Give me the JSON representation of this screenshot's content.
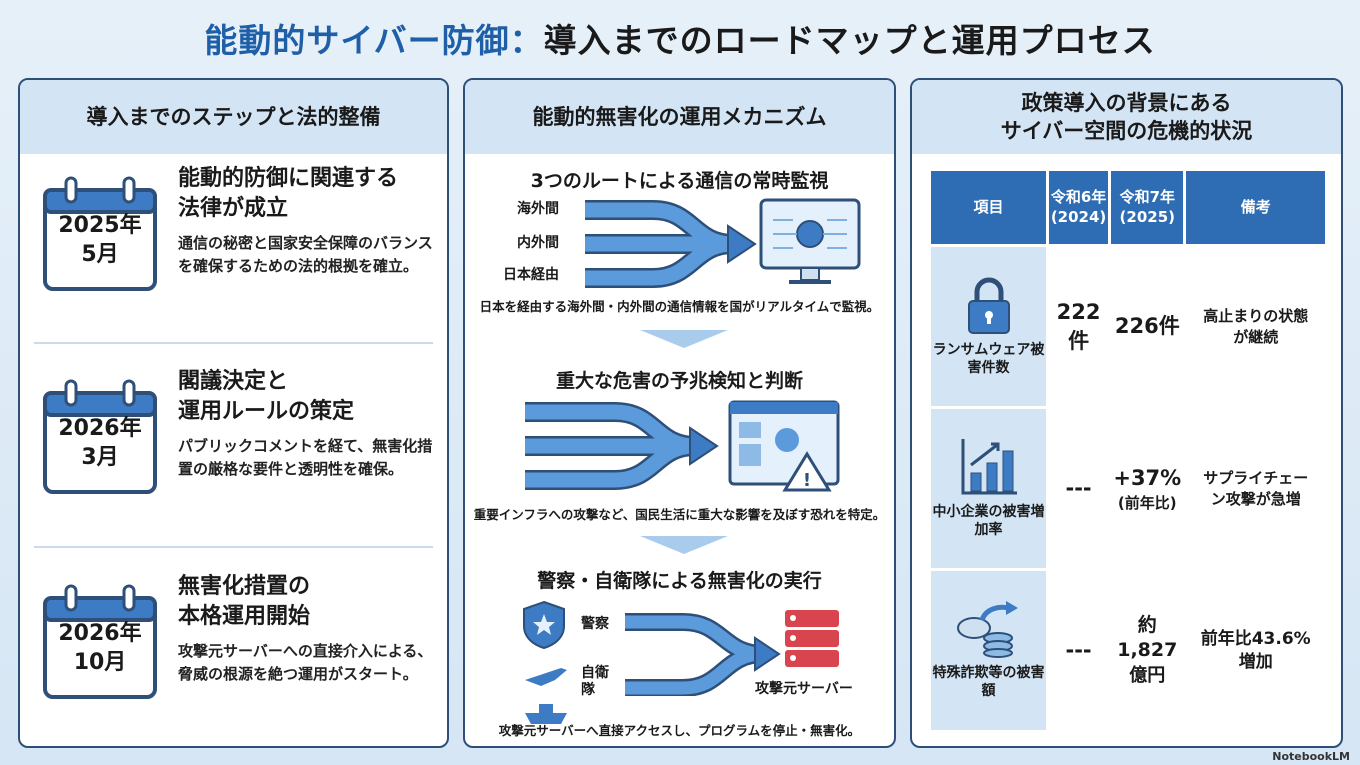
{
  "title": {
    "accent": "能動的サイバー防御：",
    "rest": "導入までのロードマップと運用プロセス"
  },
  "left": {
    "header": "導入までのステップと法的整備",
    "steps": [
      {
        "date1": "2025年",
        "date2": "5月",
        "title1": "能動的防御に関連する",
        "title2": "法律が成立",
        "desc": "通信の秘密と国家安全保障のバランスを確保するための法的根拠を確立。"
      },
      {
        "date1": "2026年",
        "date2": "3月",
        "title1": "閣議決定と",
        "title2": "運用ルールの策定",
        "desc": "パブリックコメントを経て、無害化措置の厳格な要件と透明性を確保。"
      },
      {
        "date1": "2026年",
        "date2": "10月",
        "title1": "無害化措置の",
        "title2": "本格運用開始",
        "desc": "攻撃元サーバーへの直接介入による、脅威の根源を絶つ運用がスタート。"
      }
    ]
  },
  "middle": {
    "header": "能動的無害化の運用メカニズム",
    "s1": {
      "title": "3つのルートによる通信の常時監視",
      "routes": [
        "海外間",
        "内外間",
        "日本経由"
      ],
      "caption": "日本を経由する海外間・内外間の通信情報を国がリアルタイムで監視。"
    },
    "s2": {
      "title": "重大な危害の予兆検知と判断",
      "caption": "重要インフラへの攻撃など、国民生活に重大な影響を及ぼす恐れを特定。"
    },
    "s3": {
      "title": "警察・自衛隊による無害化の実行",
      "police": "警察",
      "sdf1": "自衛",
      "sdf2": "隊",
      "target": "攻撃元サーバー",
      "caption": "攻撃元サーバーへ直接アクセスし、プログラムを停止・無害化。"
    }
  },
  "right": {
    "header1": "政策導入の背景にある",
    "header2": "サイバー空間の危機的状況",
    "columns": [
      {
        "l1": "項目",
        "l2": ""
      },
      {
        "l1": "令和6年",
        "l2": "(2024)"
      },
      {
        "l1": "令和7年",
        "l2": "(2025)"
      },
      {
        "l1": "備考",
        "l2": ""
      }
    ],
    "rows": [
      {
        "icon": "lock-icon",
        "item": "ランサムウェア被害件数",
        "y2024": "222件",
        "y2025": "226件",
        "y2025b": "",
        "note": "高止まりの状態が継続"
      },
      {
        "icon": "bar-chart-icon",
        "item": "中小企業の被害増加率",
        "y2024": "---",
        "y2025": "+37%",
        "y2025b": "(前年比)",
        "note": "サプライチェーン攻撃が急増"
      },
      {
        "icon": "coins-icon",
        "item": "特殊詐欺等の被害額",
        "y2024": "---",
        "y2025": "約1,827",
        "y2025b": "億円",
        "note": "前年比43.6%増加"
      }
    ]
  },
  "watermark": "NotebookLM",
  "colors": {
    "accent": "#1f5fa8",
    "table_header": "#2e6db4",
    "panel_head": "#d3e5f5",
    "server": "#d9454e"
  }
}
